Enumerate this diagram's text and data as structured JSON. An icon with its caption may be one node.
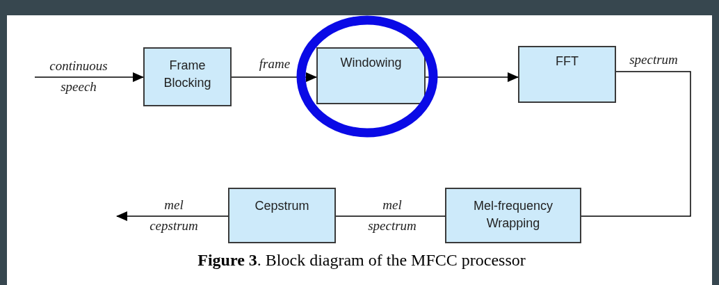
{
  "diagram": {
    "caption": "**Figure 3**. Block diagram of the MFCC processor",
    "nodes": [
      {
        "text": [
          "Frame Blocking"
        ]
      },
      {
        "text": [],
        "shape": "circle"
      },
      {
        "text": [
          "Windowing"
        ],
        "in": 1
      },
      {
        "text": [
          "FFT"
        ]
      },
      {
        "text": [
          "Mel-frequency Wrapping"
        ]
      },
      {
        "text": [
          "Cepstrum"
        ]
      }
    ],
    "edges": [
      {
        "from": null,
        "to": 0,
        "arrow": "to",
        "label": "continuous speech"
      },
      {
        "from": 0,
        "to": 2,
        "arrow": "to",
        "label": "frame"
      },
      {
        "from": 2,
        "to": 3,
        "arrow": "to"
      },
      {
        "from": 3,
        "to": 4,
        "arrow": "to",
        "label": "spectrum"
      },
      {
        "from": 4,
        "to": 5,
        "arrow": "to",
        "label": "mel spectrum"
      },
      {
        "from": 5,
        "to": null,
        "arrow": "to",
        "label": "mel cepstrum"
      }
    ]
  }
}
